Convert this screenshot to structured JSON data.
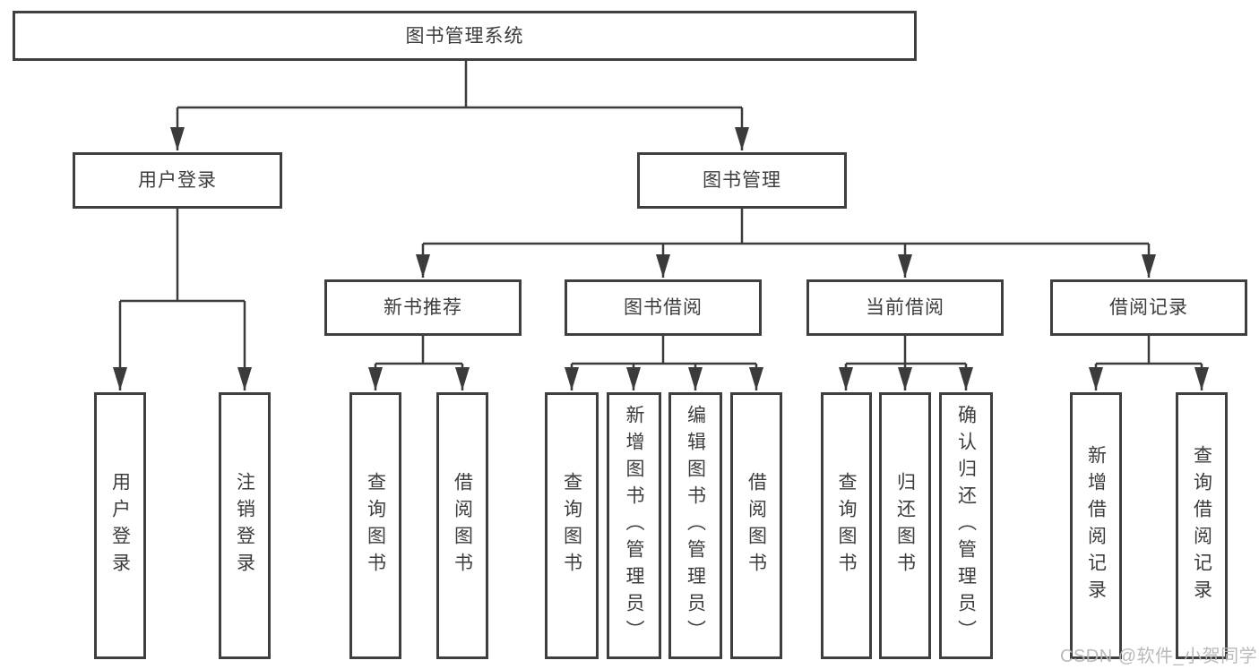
{
  "title_box": "图书管理系统",
  "level2": {
    "user_login": "用户登录",
    "book_mgmt": "图书管理"
  },
  "level3": {
    "new_books": "新书推荐",
    "book_borrow": "图书借阅",
    "current_borrow": "当前借阅",
    "borrow_records": "借阅记录"
  },
  "leaves": {
    "user_login": [
      "用户登录",
      "注销登录"
    ],
    "new_books": [
      "查询图书",
      "借阅图书"
    ],
    "book_borrow": [
      "查询图书",
      "新增图书（管理员）",
      "编辑图书（管理员）",
      "借阅图书"
    ],
    "current_borrow": [
      "查询图书",
      "归还图书",
      "确认归还（管理员）"
    ],
    "borrow_records": [
      "新增借阅记录",
      "查询借阅记录"
    ]
  },
  "watermark": "CSDN @软件_小贺同学",
  "colors": {
    "line": "#3b3b3b",
    "border": "#3f3f3f",
    "text": "#3d3d3d",
    "watermark": "#b6b6b6",
    "background": "#ffffff"
  }
}
